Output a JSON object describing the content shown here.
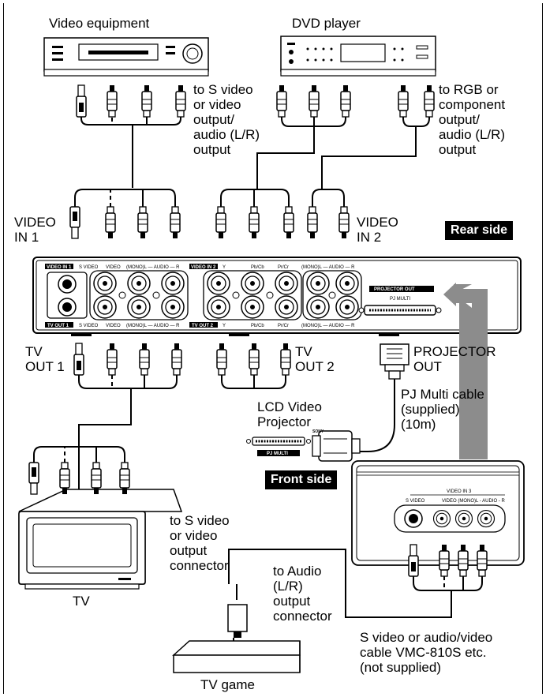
{
  "labels": {
    "video_equipment": "Video equipment",
    "dvd_player": "DVD player",
    "to_s_video": [
      "to S video",
      "or video",
      "output/",
      "audio (L/R)",
      "output"
    ],
    "to_rgb": [
      "to RGB or",
      "component",
      "output/",
      "audio (L/R)",
      "output"
    ],
    "video_in_1": [
      "VIDEO",
      "IN 1"
    ],
    "video_in_2": [
      "VIDEO",
      "IN 2"
    ],
    "rear_side": "Rear side",
    "tv_out_1": [
      "TV",
      "OUT 1"
    ],
    "tv_out_2": [
      "TV",
      "OUT 2"
    ],
    "projector_out": [
      "PROJECTOR",
      "OUT"
    ],
    "pj_multi_cable": [
      "PJ Multi cable",
      "(supplied)",
      "(10m)"
    ],
    "lcd_projector": [
      "LCD Video",
      "Projector"
    ],
    "front_side": "Front side",
    "to_s_video_connector": [
      "to S video",
      "or video",
      "output",
      "connector"
    ],
    "to_audio_connector": [
      "to Audio",
      "(L/R)",
      "output",
      "connector"
    ],
    "tv": "TV",
    "tv_game": "TV game",
    "cable_note": [
      "S video or audio/video",
      "cable VMC-810S etc.",
      "(not supplied)"
    ]
  },
  "panel": {
    "video_in_1_tag": "VIDEO IN 1",
    "video_in_2_tag": "VIDEO IN 2",
    "tv_out_1_tag": "TV OUT 1",
    "tv_out_2_tag": "TV OUT 2",
    "projector_out_tag": "PROJECTOR OUT",
    "pj_multi": "PJ MULTI",
    "s_video": "S VIDEO",
    "video": "VIDEO",
    "mono_audio": "(MONO)L — AUDIO — R",
    "y": "Y",
    "pb_cb": "Pb/Cb",
    "pr_cr": "Pr/Cr"
  },
  "front_panel": {
    "video_in_3": "VIDEO IN 3",
    "s_video": "S VIDEO",
    "video_audio": "VIDEO (MONO)L - AUDIO - R"
  },
  "projector_tag": "PJ MULTI",
  "sony": "SONY"
}
